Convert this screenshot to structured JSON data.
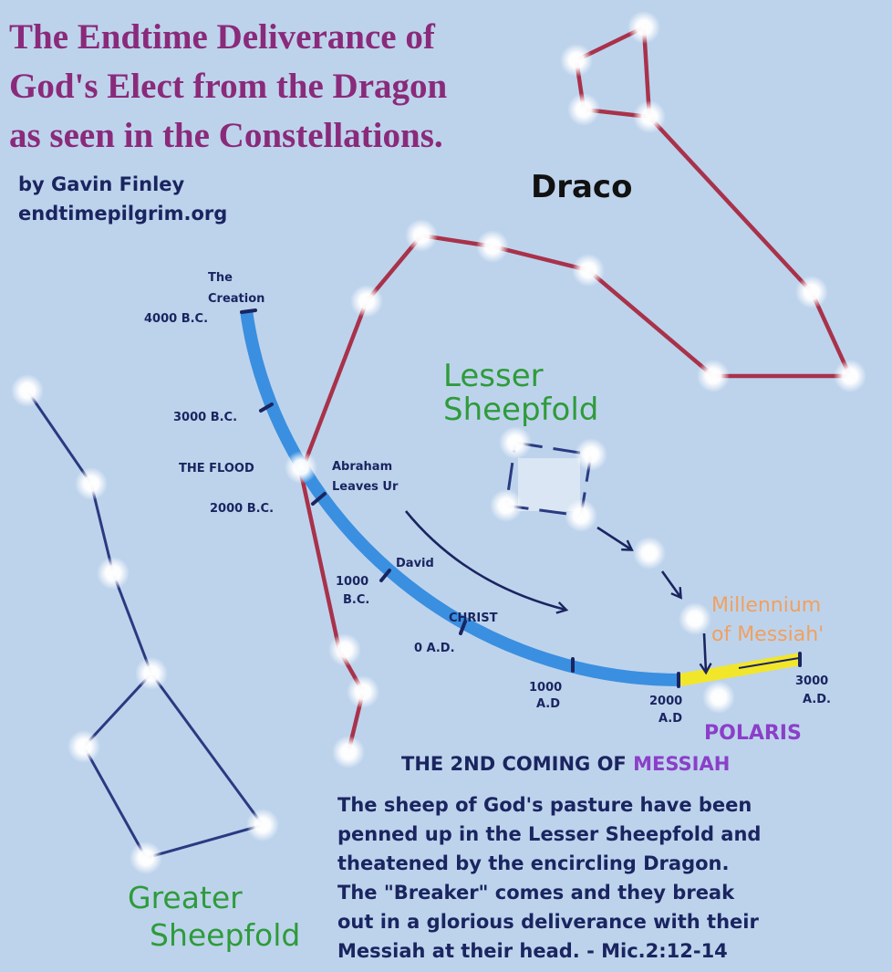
{
  "header": {
    "title_lines": [
      "The Endtime Deliverance of",
      "God's Elect from the Dragon",
      "as seen in the Constellations."
    ],
    "author": "by Gavin Finley",
    "website": "endtimepilgrim.org"
  },
  "constellations": {
    "draco": "Draco",
    "lesser": [
      "Lesser",
      "Sheepfold"
    ],
    "greater": [
      "Greater",
      "Sheepfold"
    ],
    "polaris": "POLARIS"
  },
  "timeline": {
    "creation": [
      "The",
      "Creation"
    ],
    "bc4000": "4000 B.C.",
    "bc3000": "3000 B.C.",
    "flood": "THE FLOOD",
    "bc2000": "2000 B.C.",
    "abraham": [
      "Abraham",
      "Leaves Ur"
    ],
    "david": "David",
    "bc1000": [
      "1000",
      "B.C."
    ],
    "christ": "CHRIST",
    "ad0": "0 A.D.",
    "ad1000": [
      "1000",
      "A.D"
    ],
    "ad2000": [
      "2000",
      "A.D"
    ],
    "ad3000": [
      "3000",
      "A.D."
    ],
    "millennium": [
      "Millennium",
      "of Messiah'"
    ]
  },
  "footer": {
    "heading_prefix": "THE 2ND COMING OF ",
    "heading_accent": "MESSIAH",
    "body_lines": [
      "The sheep of God's pasture have been",
      "penned up in the Lesser Sheepfold and",
      "theatened by the encircling Dragon.",
      "The \"Breaker\" comes and they break",
      "out in a glorious deliverance with their",
      "Messiah at their head. - Mic.2:12-14"
    ]
  },
  "colors": {
    "background": "#bdd3ec",
    "draco_lines": "#a8324a",
    "timeline_blue": "#3a8fe0",
    "millennium_yellow": "#f2e62a",
    "sheepfold_lines": "#2a3a80",
    "title_purple": "#8a2a7a",
    "label_green": "#2f9b3b",
    "text_navy": "#1a2560",
    "polaris_purple": "#8b3fc8",
    "millennium_orange": "#f0a060"
  }
}
